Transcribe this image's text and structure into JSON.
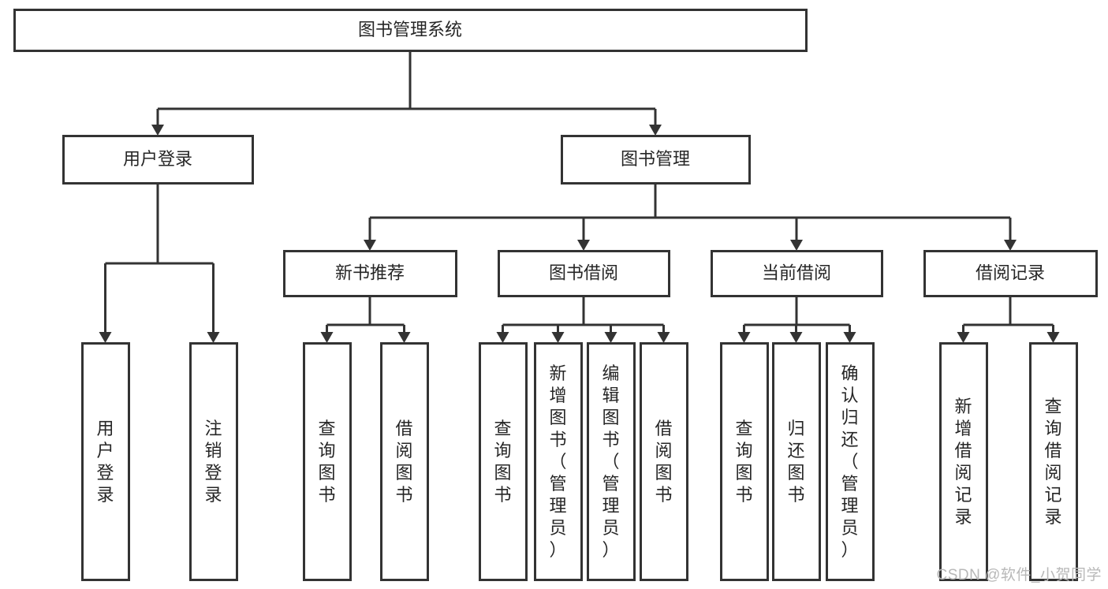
{
  "diagram": {
    "type": "tree",
    "title": "图书管理系统",
    "orientation": "top-down",
    "watermark": "CSDN @软件_小贺同学",
    "colors": {
      "background": "#ffffff",
      "box_stroke": "#333333",
      "box_fill": "#ffffff",
      "text": "#262626",
      "watermark": "#b8b8b8"
    },
    "nodes": {
      "root": {
        "label": "图书管理系统",
        "level": 1
      },
      "l2": [
        {
          "id": "user-login",
          "label": "用户登录",
          "level": 2
        },
        {
          "id": "book-manage",
          "label": "图书管理",
          "level": 2
        }
      ],
      "l3": [
        {
          "id": "new-book-rec",
          "label": "新书推荐",
          "level": 3,
          "parent": "book-manage"
        },
        {
          "id": "book-borrow",
          "label": "图书借阅",
          "level": 3,
          "parent": "book-manage"
        },
        {
          "id": "current-borrow",
          "label": "当前借阅",
          "level": 3,
          "parent": "book-manage"
        },
        {
          "id": "borrow-record",
          "label": "借阅记录",
          "level": 3,
          "parent": "book-manage"
        }
      ],
      "leaves": [
        {
          "id": "leaf-user-login",
          "label": "用户登录",
          "parent": "user-login"
        },
        {
          "id": "leaf-user-logout",
          "label": "注销登录",
          "parent": "user-login"
        },
        {
          "id": "leaf-query-book-1",
          "label": "查询图书",
          "parent": "new-book-rec"
        },
        {
          "id": "leaf-borrow-book-1",
          "label": "借阅图书",
          "parent": "new-book-rec"
        },
        {
          "id": "leaf-query-book-2",
          "label": "查询图书",
          "parent": "book-borrow"
        },
        {
          "id": "leaf-add-book",
          "label": "新增图书（管理员）",
          "parent": "book-borrow"
        },
        {
          "id": "leaf-edit-book",
          "label": "编辑图书（管理员）",
          "parent": "book-borrow"
        },
        {
          "id": "leaf-borrow-book-2",
          "label": "借阅图书",
          "parent": "book-borrow"
        },
        {
          "id": "leaf-query-book-3",
          "label": "查询图书",
          "parent": "current-borrow"
        },
        {
          "id": "leaf-return-book",
          "label": "归还图书",
          "parent": "current-borrow"
        },
        {
          "id": "leaf-confirm-return",
          "label": "确认归还（管理员）",
          "parent": "current-borrow"
        },
        {
          "id": "leaf-add-record",
          "label": "新增借阅记录",
          "parent": "borrow-record"
        },
        {
          "id": "leaf-query-record",
          "label": "查询借阅记录",
          "parent": "borrow-record"
        }
      ]
    }
  }
}
